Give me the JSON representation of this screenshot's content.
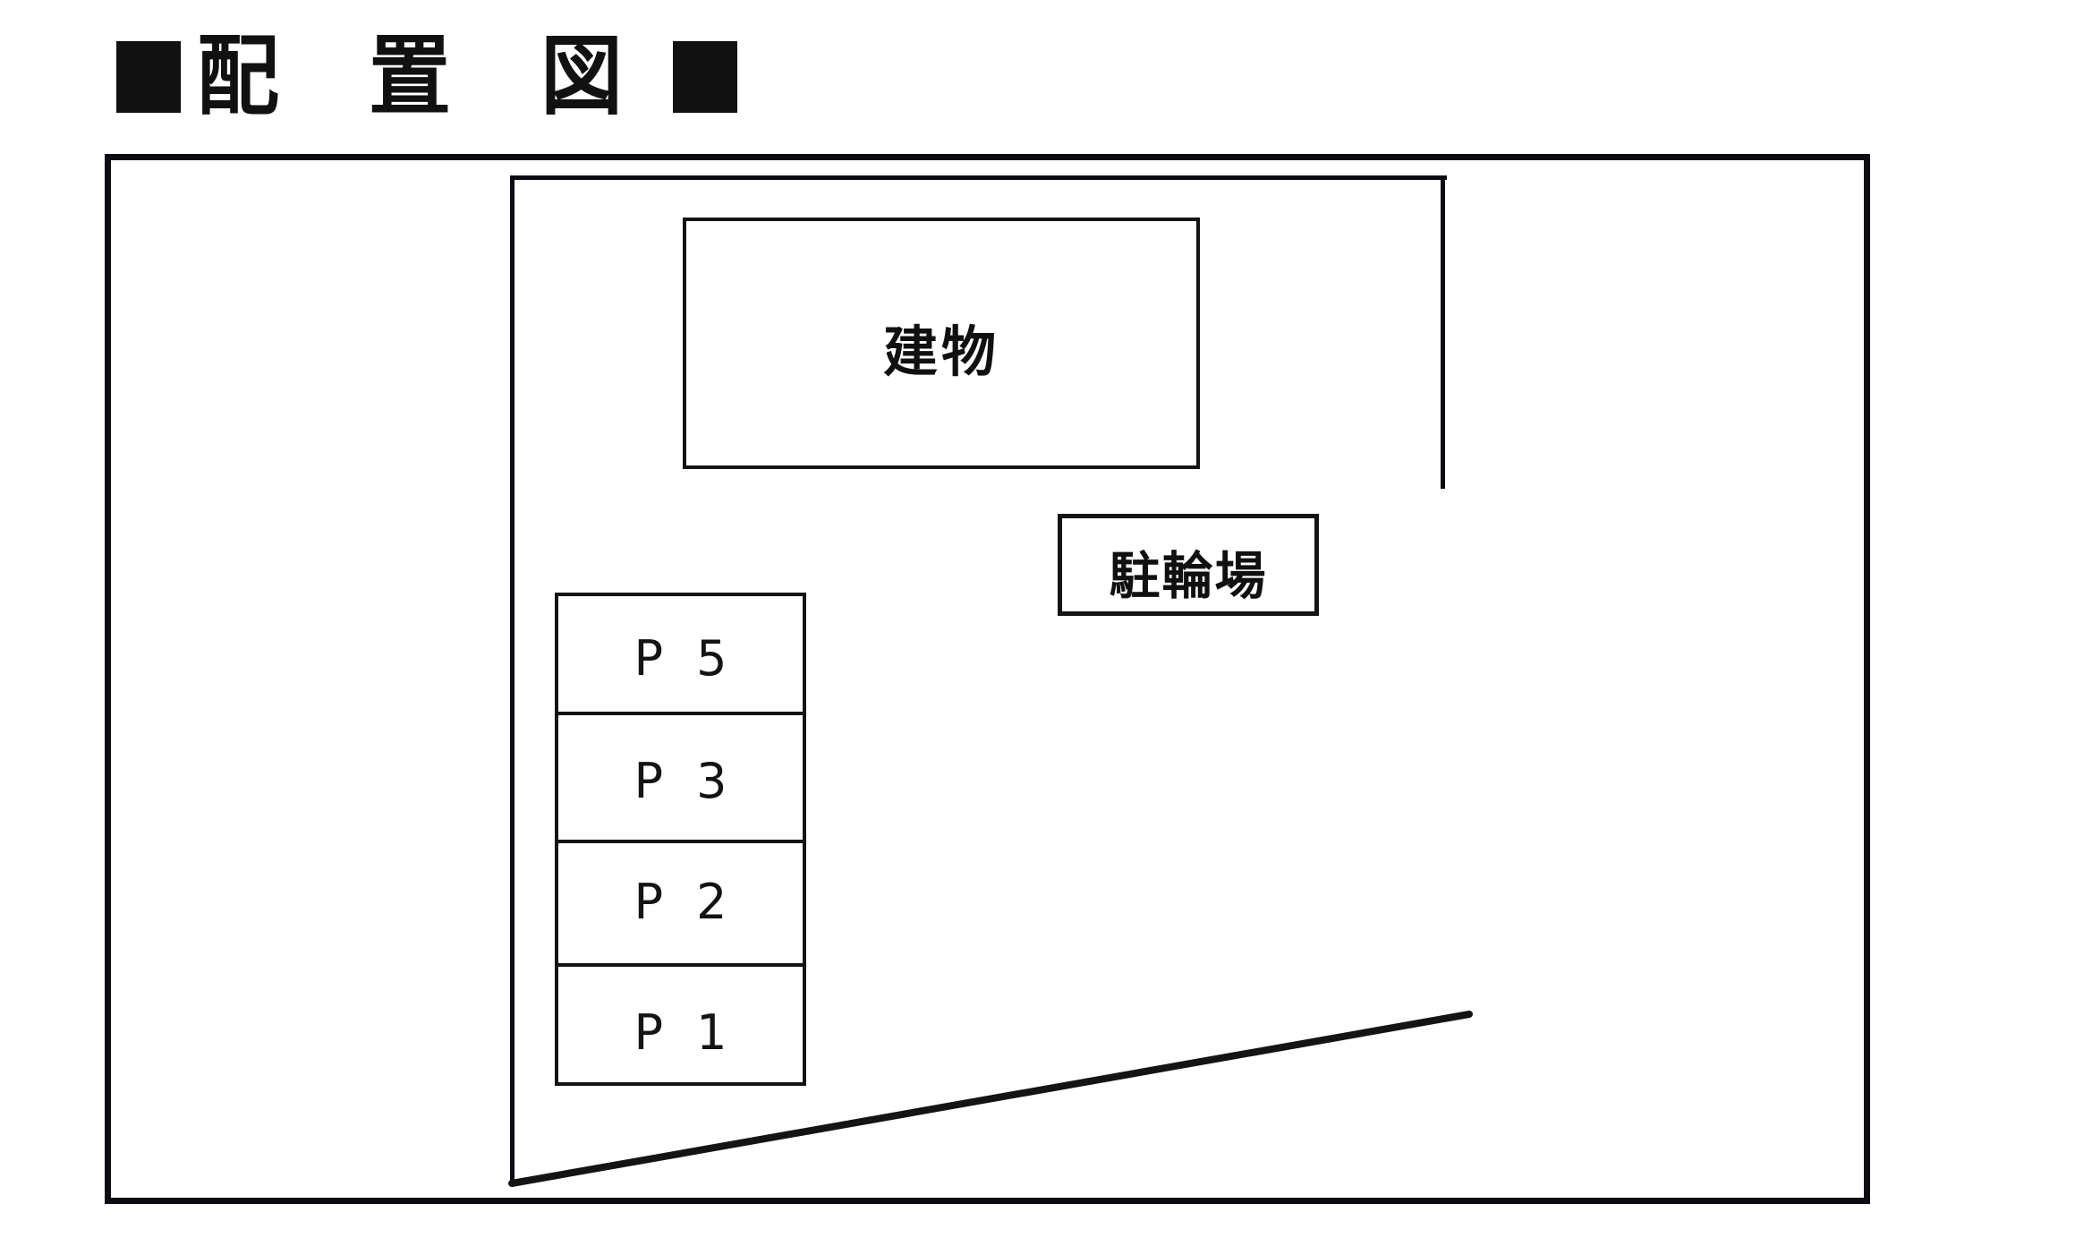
{
  "document": {
    "title_marker_left": "■",
    "title": "配 置 図",
    "title_marker_right": "■",
    "title_full": "■配 置 図■",
    "ink_color": "#111111",
    "paper_color": "#ffffff"
  },
  "site_plan": {
    "outer_boundary_label": "site-outer-boundary",
    "inner_boundary_label": "lot-inner-boundary",
    "building": {
      "label": "建物"
    },
    "bicycle_parking": {
      "label": "駐輪場"
    },
    "driveway": {
      "label": "driveway-edge"
    },
    "parking": {
      "stalls": [
        {
          "label": "P 5"
        },
        {
          "label": "P 3"
        },
        {
          "label": "P 2"
        },
        {
          "label": "P 1"
        }
      ]
    }
  }
}
